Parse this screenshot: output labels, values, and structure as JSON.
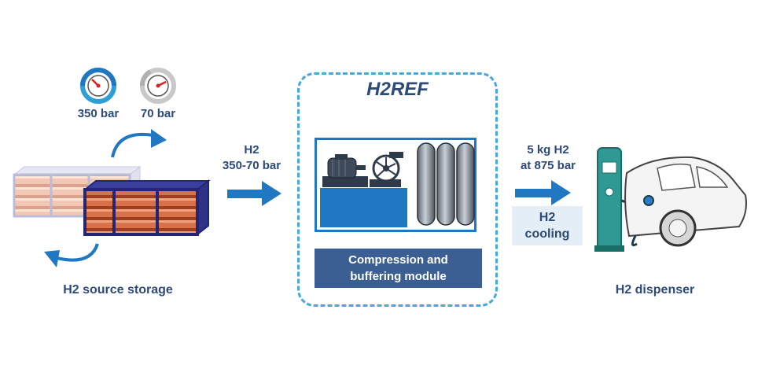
{
  "gauges": {
    "high_label": "350 bar",
    "low_label": "70 bar"
  },
  "source": {
    "label": "H2 source storage"
  },
  "flow_in": {
    "line1": "H2",
    "line2": "350-70 bar"
  },
  "h2ref": {
    "title": "H2REF",
    "module_line1": "Compression and",
    "module_line2": "buffering module"
  },
  "flow_out": {
    "line1": "5 kg H2",
    "line2": "at 875 bar"
  },
  "cooling": {
    "line1": "H2",
    "line2": "cooling"
  },
  "dispenser": {
    "label": "H2 dispenser"
  },
  "colors": {
    "arrow": "#1f78c1",
    "text": "#2d4a7a",
    "module_caption_bg": "#3b5f92",
    "dashed_border": "#4aa8d8",
    "dispenser": "#2e9a93",
    "tube_orange": "#d9714a"
  },
  "icons": [
    "pressure-gauge-icon",
    "cycle-arrow-icon",
    "tube-trailer-icon",
    "motor-icon",
    "compressor-fan-icon",
    "gas-cylinder-icon",
    "flow-arrow-icon",
    "fuel-dispenser-icon",
    "car-icon"
  ]
}
